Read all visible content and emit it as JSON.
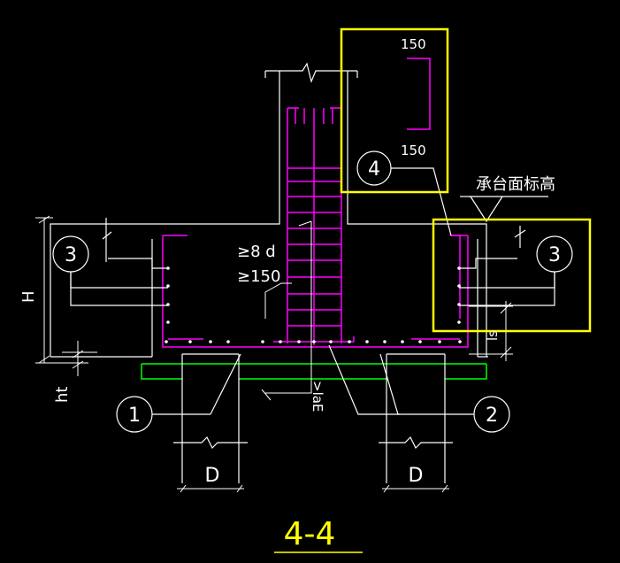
{
  "title": "4-4",
  "callouts": {
    "c1": "1",
    "c2": "2",
    "c3_left": "3",
    "c3_right": "3",
    "c4": "4"
  },
  "dims": {
    "top_150": "150",
    "mid_150": "150",
    "h": "H",
    "ht": "ht",
    "d_left": "D",
    "d_right": "D",
    "ge8d": "≥8 d",
    "ge150": "≥150",
    "lae": ">laE",
    "ls": "ls"
  },
  "annotation": {
    "cap_elevation": "承台面标高"
  },
  "colors": {
    "line": "#ffffff",
    "rebar": "#ff00ff",
    "green": "#00ff00",
    "highlight": "#ffff00",
    "title": "#ffff00"
  }
}
